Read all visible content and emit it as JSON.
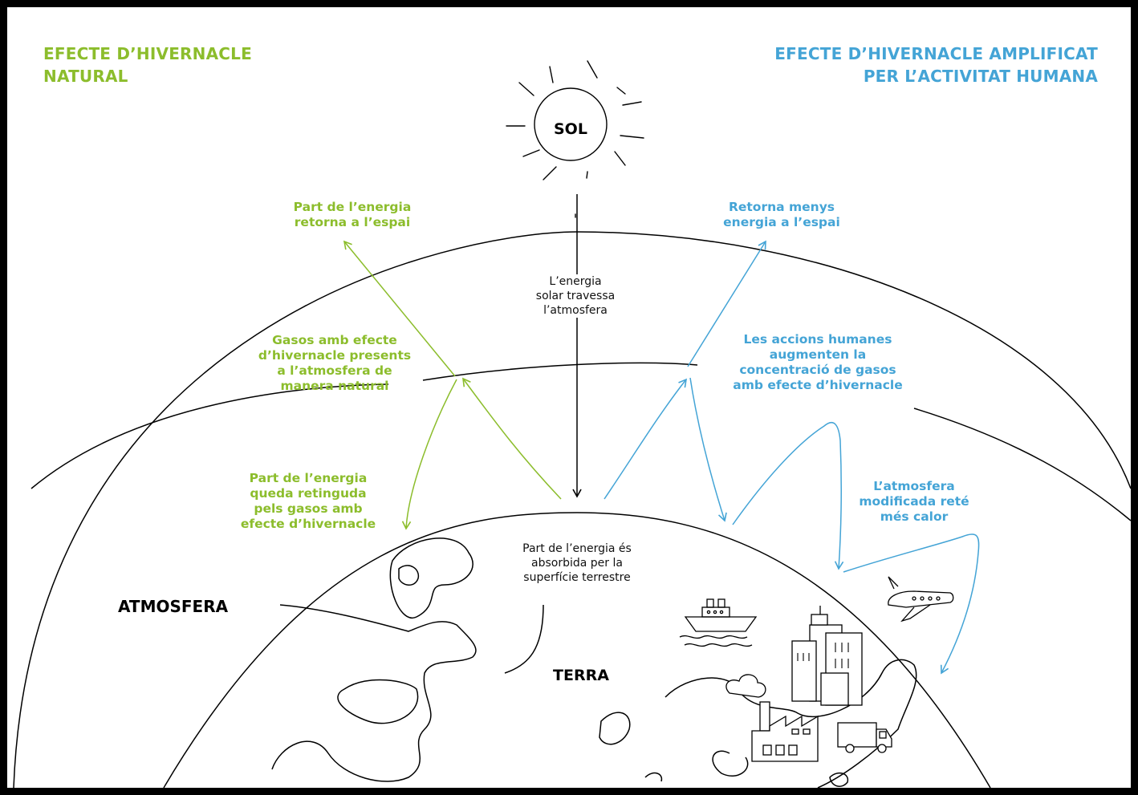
{
  "titles": {
    "natural_line1": "EFECTE D’HIVERNACLE",
    "natural_line2": "NATURAL",
    "amplified_line1": "EFECTE D’HIVERNACLE AMPLIFICAT",
    "amplified_line2": "PER L’ACTIVITAT HUMANA"
  },
  "sun": {
    "label": "SOL"
  },
  "labels": {
    "solar_line1": "L’energia",
    "solar_line2": "solar travessa",
    "solar_line3": "l’atmosfera",
    "returns_line1": "Part de l’energia",
    "returns_line2": "retorna a l’espai",
    "less_line1": "Retorna menys",
    "less_line2": "energia a l’espai",
    "gases_line1": "Gasos amb efecte",
    "gases_line2": "d’hivernacle presents",
    "gases_line3": "a l’atmosfera de",
    "gases_line4": "manera natural",
    "human_line1": "Les accions humanes",
    "human_line2": "augmenten la",
    "human_line3": "concentració de gasos",
    "human_line4": "amb efecte d’hivernacle",
    "retained_line1": "Part de l’energia",
    "retained_line2": "queda retinguda",
    "retained_line3": "pels gasos amb",
    "retained_line4": "efecte d’hivernacle",
    "modified_line1": "L’atmosfera",
    "modified_line2": "modificada reté",
    "modified_line3": "més calor",
    "absorbed_line1": "Part de l’energia és",
    "absorbed_line2": "absorbida per la",
    "absorbed_line3": "superfície terrestre",
    "atmosphere": "ATMOSFERA",
    "earth": "TERRA"
  },
  "colors": {
    "natural": "#8cbd2c",
    "amplified": "#44a4d6",
    "line": "#000000"
  },
  "icons": [
    "sun-icon",
    "ship-icon",
    "airplane-icon",
    "buildings-icon",
    "factory-icon",
    "truck-icon"
  ]
}
